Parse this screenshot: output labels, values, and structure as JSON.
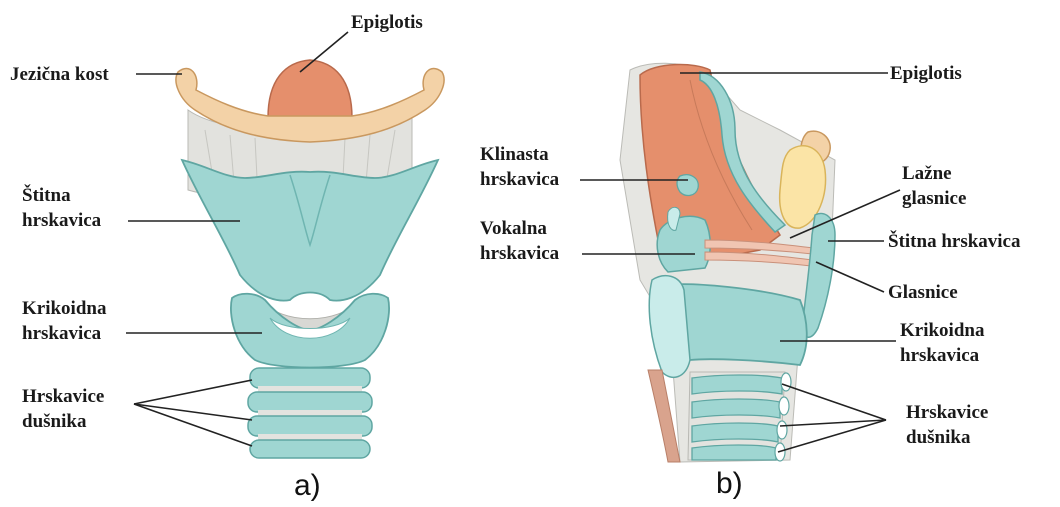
{
  "panel_a": {
    "caption": "a)",
    "labels": {
      "epiglotis": "Epiglotis",
      "jezicna_kost": "Jezična kost",
      "stitna_1": "Štitna",
      "stitna_2": "hrskavica",
      "krikoidna_1": "Krikoidna",
      "krikoidna_2": "hrskavica",
      "hrskavice_1": "Hrskavice",
      "hrskavice_2": "dušnika"
    }
  },
  "panel_b": {
    "caption": "b)",
    "labels": {
      "epiglotis": "Epiglotis",
      "klinasta_1": "Klinasta",
      "klinasta_2": "hrskavica",
      "lazne_1": "Lažne",
      "lazne_2": "glasnice",
      "vokalna_1": "Vokalna",
      "vokalna_2": "hrskavica",
      "stitna": "Štitna hrskavica",
      "glasnice": "Glasnice",
      "krikoidna_1": "Krikoidna",
      "krikoidna_2": "hrskavica",
      "hrskavice_1": "Hrskavice",
      "hrskavice_2": "dušnika"
    }
  },
  "colors": {
    "teal": "#9fd6d2",
    "teal_dark": "#6fb5b1",
    "teal_light": "#c9ecea",
    "bone": "#f3d2a7",
    "bone_dark": "#d9ab74",
    "epiglottis": "#e58f6c",
    "ligament": "#e9e9e6",
    "membrane": "#d8d8d4",
    "yellow": "#fbe4a6",
    "line": "#222222"
  }
}
